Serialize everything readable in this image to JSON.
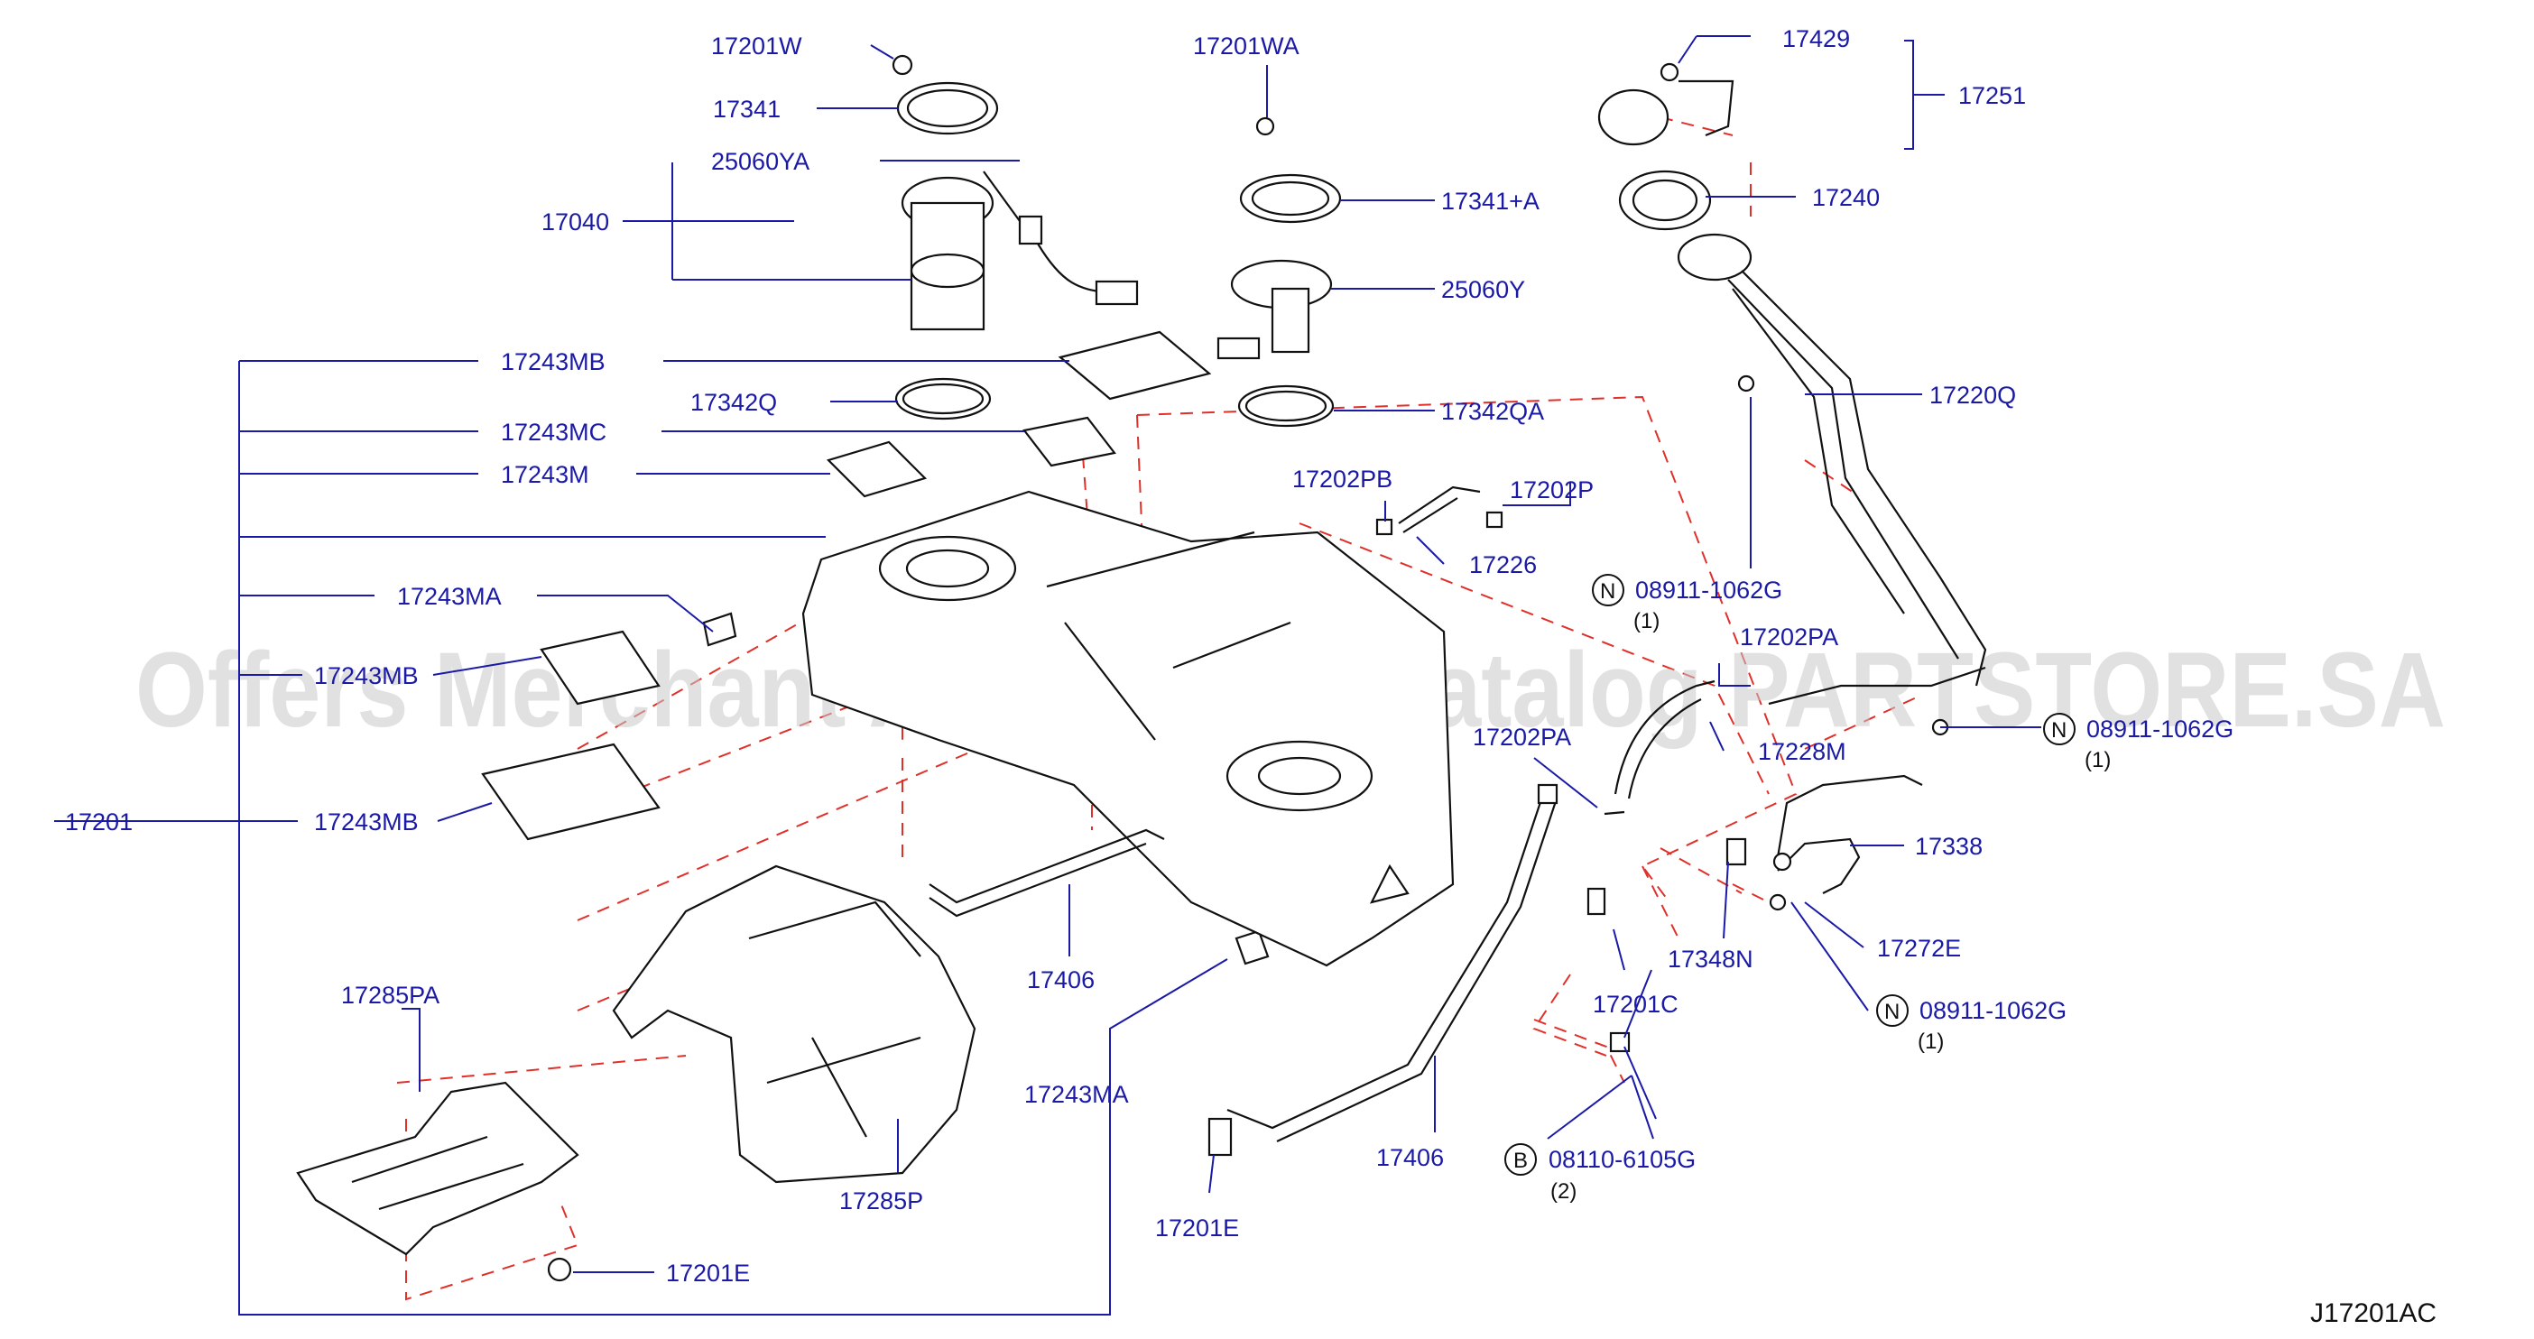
{
  "diagram_code": "J17201AC",
  "watermark": "Offers Merchant Auto Parts Catalog PARTSTORE.SA",
  "labels": {
    "p17201W": "17201W",
    "p17341": "17341",
    "p25060YA": "25060YA",
    "p17040": "17040",
    "p17201WA": "17201WA",
    "p17341A": "17341+A",
    "p25060Y": "25060Y",
    "p17342Q": "17342Q",
    "p17342QA": "17342QA",
    "p17243MB_top": "17243MB",
    "p17243MC": "17243MC",
    "p17243M": "17243M",
    "p17243MA_top": "17243MA",
    "p17243MB_mid": "17243MB",
    "p17201": "17201",
    "p17243MB_bot": "17243MB",
    "p17285PA": "17285PA",
    "p17285P": "17285P",
    "p17201E_bot": "17201E",
    "p17406_mid": "17406",
    "p17243MA_bot": "17243MA",
    "p17201E_mid": "17201E",
    "p17406_right": "17406",
    "p17202PB": "17202PB",
    "p17202P": "17202P",
    "p17226": "17226",
    "p17202PA_left": "17202PA",
    "p17202PA_right": "17202PA",
    "p17228M": "17228M",
    "p17201C": "17201C",
    "p17429": "17429",
    "p17251": "17251",
    "p17240": "17240",
    "p17220Q": "17220Q",
    "p17338": "17338",
    "p17348N": "17348N",
    "p17272E": "17272E",
    "n1": "08911-1062G",
    "n1_qty": "(1)",
    "n2": "08911-1062G",
    "n2_qty": "(1)",
    "n3": "08911-1062G",
    "n3_qty": "(1)",
    "b1": "08110-6105G",
    "b1_qty": "(2)",
    "symbol_n": "N",
    "symbol_b": "B"
  }
}
